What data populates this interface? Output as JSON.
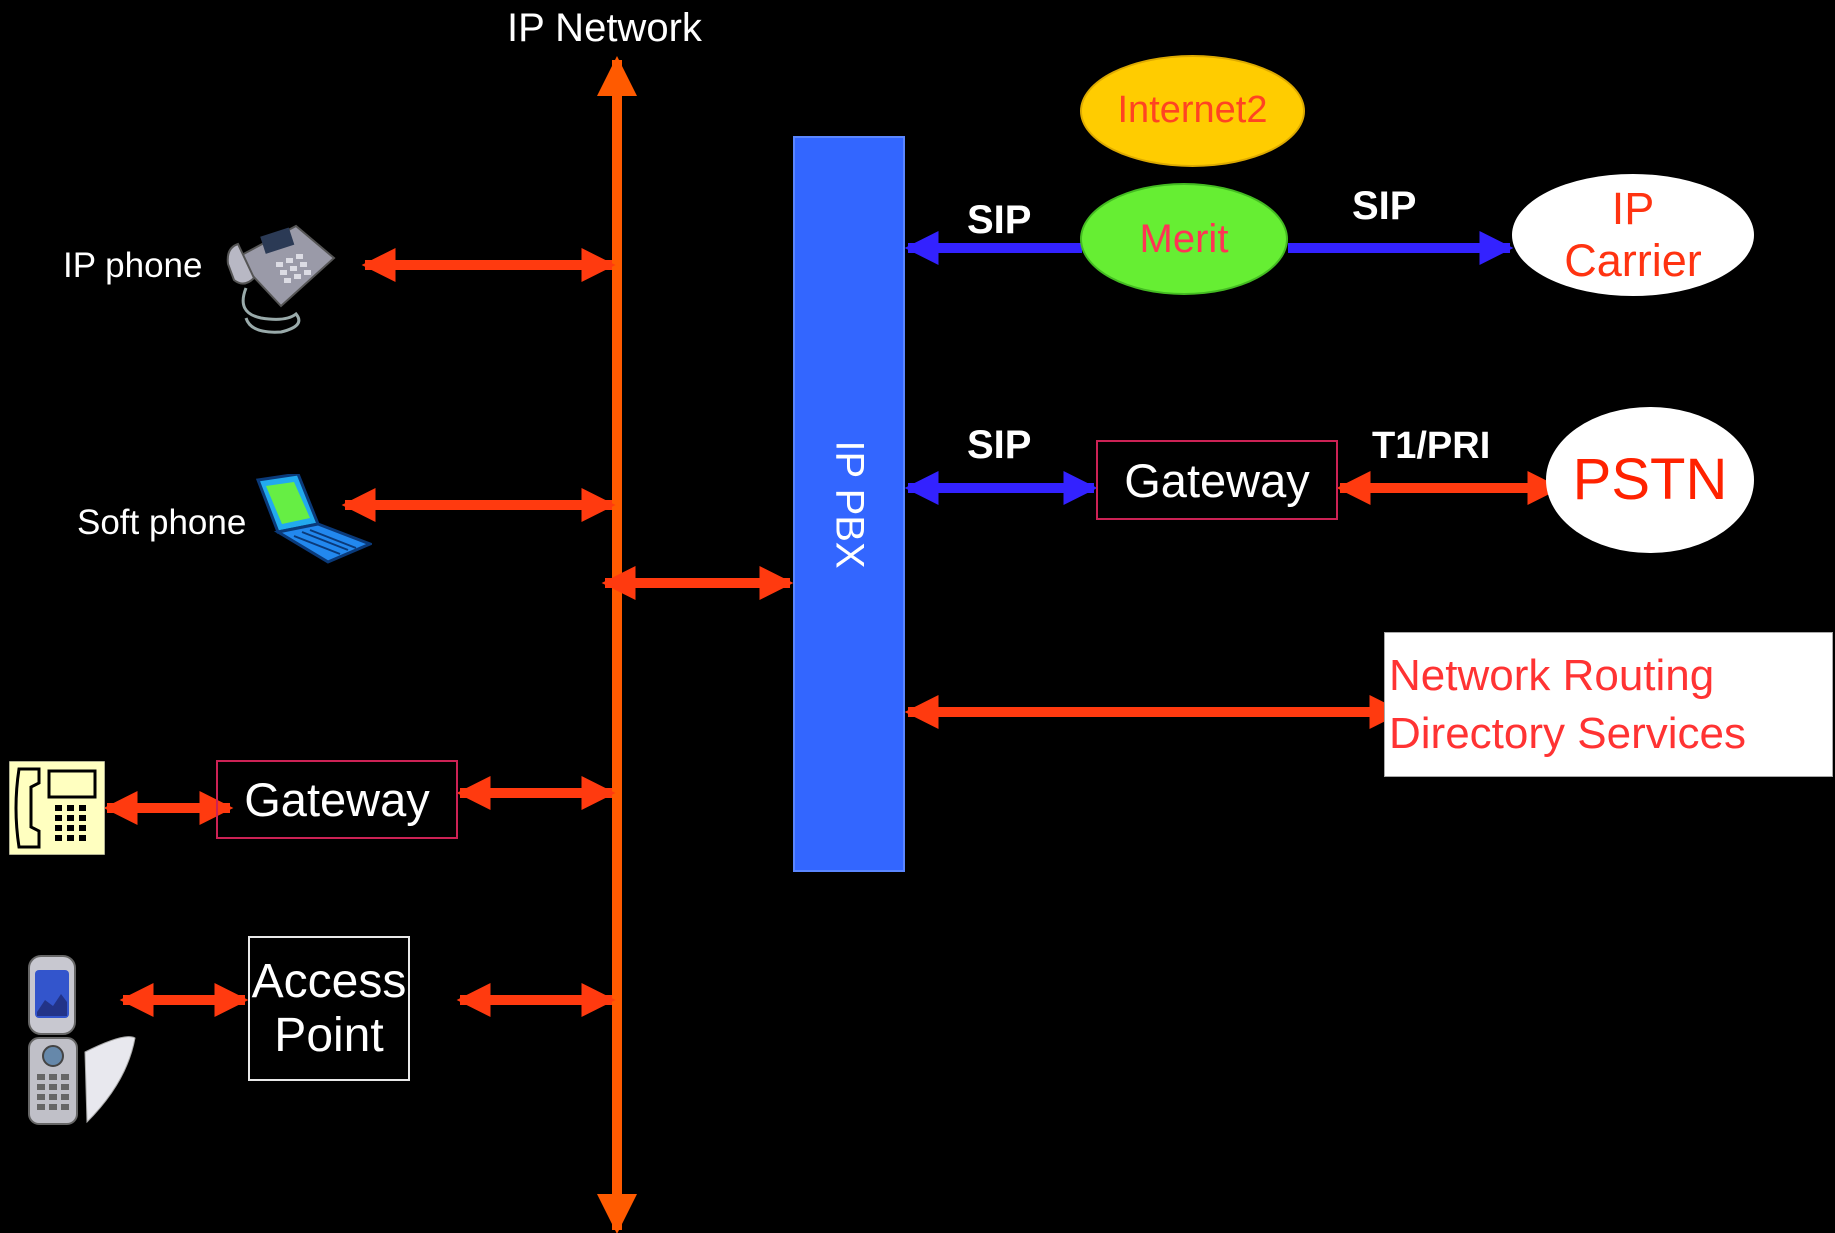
{
  "title": "IP Network",
  "pbx_label": "IP PBX",
  "endpoints": {
    "ip_phone": "IP phone",
    "soft_phone": "Soft phone"
  },
  "left_gateway": "Gateway",
  "access_point": {
    "line1": "Access",
    "line2": "Point"
  },
  "right_gateway": "Gateway",
  "clouds": {
    "internet2": "Internet2",
    "merit": "Merit",
    "ip_carrier": {
      "line1": "IP",
      "line2": "Carrier"
    },
    "pstn": "PSTN"
  },
  "links": {
    "sip_merit": "SIP",
    "sip_carrier": "SIP",
    "sip_gateway": "SIP",
    "t1_pri": "T1/PRI"
  },
  "services": {
    "line1": "Network Routing",
    "line2": "Directory Services"
  },
  "colors": {
    "orange_line": "#ff5a00",
    "red_arrow": "#ff3a0f",
    "blue_arrow": "#3322ff",
    "pbx_fill": "#3366ff",
    "red_text": "#ff3333",
    "internet2_fill": "#ffcc00",
    "merit_fill": "#66ee33"
  },
  "icons": [
    "desk-phone-icon",
    "laptop-icon",
    "analog-phone-icon",
    "flip-phone-icon"
  ]
}
